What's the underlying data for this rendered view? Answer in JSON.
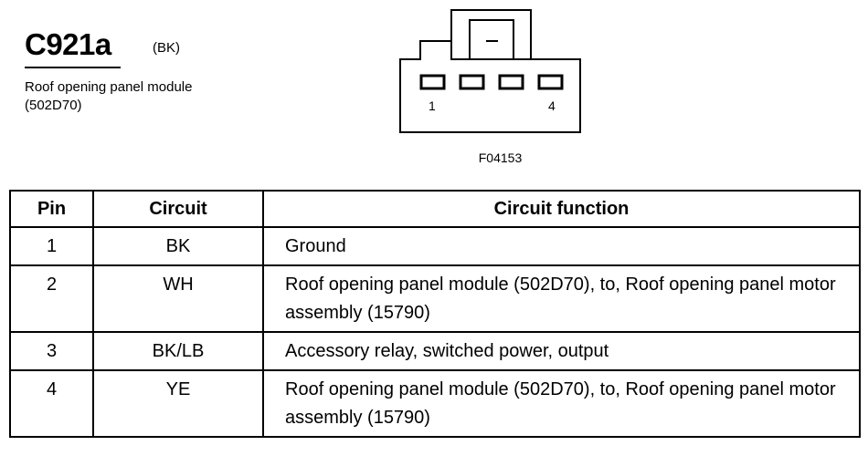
{
  "connector": {
    "id": "C921a",
    "color": "(BK)",
    "description": "Roof opening panel module (502D70)",
    "pin_first": "1",
    "pin_last": "4",
    "figure_id": "F04153"
  },
  "table": {
    "headers": {
      "pin": "Pin",
      "circuit": "Circuit",
      "function": "Circuit function"
    },
    "rows": [
      {
        "pin": "1",
        "circuit": "BK",
        "function": "Ground"
      },
      {
        "pin": "2",
        "circuit": "WH",
        "function": "Roof opening panel module (502D70), to, Roof opening panel motor assembly (15790)"
      },
      {
        "pin": "3",
        "circuit": "BK/LB",
        "function": "Accessory relay, switched power, output"
      },
      {
        "pin": "4",
        "circuit": "YE",
        "function": "Roof opening panel module (502D70), to, Roof opening panel motor assembly (15790)"
      }
    ]
  }
}
